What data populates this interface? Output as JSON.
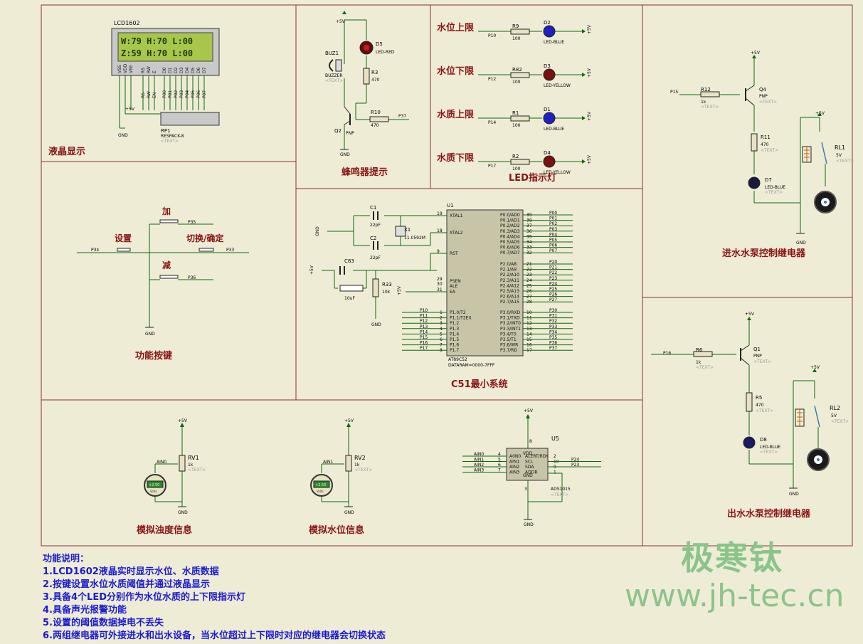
{
  "titles": {
    "lcd": "液晶显示",
    "buzzer": "蜂鸣器提示",
    "led": "LED指示灯",
    "keys": "功能按键",
    "mcu": "C51最小系统",
    "pump_in": "进水水泵控制继电器",
    "pump_out": "出水水泵控制继电器",
    "turbidity": "模拟浊度信息",
    "water_level": "模拟水位信息"
  },
  "lcd": {
    "name": "LCD1602",
    "line1": "W:79  H:70  L:00",
    "line2": "Z:59  H:70  L:00",
    "pins_a": [
      "VSS",
      "VDD",
      "VEE"
    ],
    "pins_b": [
      "RS",
      "RW",
      "E"
    ],
    "pins_c": [
      "D0",
      "D1",
      "D2",
      "D3",
      "D4",
      "D5",
      "D6",
      "D7"
    ],
    "p0": [
      "P00",
      "P01",
      "P02",
      "P03",
      "P04",
      "P05",
      "P06",
      "P07"
    ],
    "ctrl": [
      "RS",
      "RW",
      "EN"
    ],
    "rp_name": "RP1",
    "rp_value": "RESPACK-8",
    "text_tag": "<TEXT>"
  },
  "common": {
    "gnd": "GND",
    "vcc": "+5V"
  },
  "buzzer": {
    "buz_name": "BUZ1",
    "buz_value": "BUZZER",
    "d5_name": "D5",
    "d5_value": "LED-RED",
    "r3_name": "R3",
    "r3_value": "470",
    "r10_name": "R10",
    "r10_value": "470",
    "q2_name": "Q2",
    "q2_value": "PNP",
    "net": "P37"
  },
  "leds": {
    "rows": [
      {
        "label": "水位上限",
        "net": "P10",
        "res": "R9",
        "val": "100",
        "led": "D2",
        "type": "LED-BLUE"
      },
      {
        "label": "水位下限",
        "net": "P12",
        "res": "R82",
        "val": "100",
        "led": "D3",
        "type": "LED-YELLOW"
      },
      {
        "label": "水质上限",
        "net": "P14",
        "res": "R1",
        "val": "100",
        "led": "D1",
        "type": "LED-BLUE"
      },
      {
        "label": "水质下限",
        "net": "P17",
        "res": "R2",
        "val": "100",
        "led": "D4",
        "type": "LED-YELLOW"
      }
    ]
  },
  "keys": {
    "add": "加",
    "set": "设置",
    "switch": "切换/确定",
    "sub": "减",
    "p35": "P35",
    "p34": "P34",
    "p33": "P33",
    "p36": "P36"
  },
  "mcu": {
    "c1": "C1",
    "c1_value": "22pF",
    "c2": "C2",
    "c2_value": "22pF",
    "x1": "X1",
    "x1_value": "11.0592M",
    "c83": "C83",
    "c83_value": "10uF",
    "r33": "R33",
    "r33_value": "10k",
    "u1": "U1",
    "chip": "AT89C52",
    "dataram": "DATARAM=0000-7FFF",
    "left_pins": [
      "XTAL1",
      "XTAL2",
      "RST",
      "PSEN",
      "ALE",
      "EA"
    ],
    "left_nums": [
      "19",
      "18",
      "9",
      "29",
      "30",
      "31"
    ],
    "p0_pins": [
      "P0.0/AD0",
      "P0.1/AD1",
      "P0.2/AD2",
      "P0.3/AD3",
      "P0.4/AD4",
      "P0.5/AD5",
      "P0.6/AD6",
      "P0.7/AD7"
    ],
    "p0_nums": [
      "39",
      "38",
      "37",
      "36",
      "35",
      "34",
      "33",
      "32"
    ],
    "p0_nets": [
      "P00",
      "P01",
      "P02",
      "P03",
      "P04",
      "P05",
      "P06",
      "P07"
    ],
    "p2_pins": [
      "P2.0/A8",
      "P2.1/A9",
      "P2.2/A10",
      "P2.3/A11",
      "P2.4/A12",
      "P2.5/A13",
      "P2.6/A14",
      "P2.7/A15"
    ],
    "p2_nums": [
      "21",
      "22",
      "23",
      "24",
      "25",
      "26",
      "27",
      "28"
    ],
    "p2_nets": [
      "P20",
      "P21",
      "P22",
      "P23",
      "P24",
      "P25",
      "P26",
      "P27"
    ],
    "p3_pins": [
      "P3.0/RXD",
      "P3.1/TXD",
      "P3.2/INT0",
      "P3.3/INT1",
      "P3.4/T0",
      "P3.5/T1",
      "P3.6/WR",
      "P3.7/RD"
    ],
    "p3_nums": [
      "10",
      "11",
      "12",
      "13",
      "14",
      "15",
      "16",
      "17"
    ],
    "p3_nets": [
      "P30",
      "P31",
      "P32",
      "P33",
      "P34",
      "P35",
      "P36",
      "P37"
    ],
    "p1_pins": [
      "P1.0/T2",
      "P1.1/T2EX",
      "P1.2",
      "P1.3",
      "P1.4",
      "P1.5",
      "P1.6",
      "P1.7"
    ],
    "p1_nums": [
      "1",
      "2",
      "3",
      "4",
      "5",
      "6",
      "7",
      "8"
    ],
    "p1_nets": [
      "P10",
      "P11",
      "P12",
      "P13",
      "P14",
      "P15",
      "P16",
      "P17"
    ]
  },
  "pump_in": {
    "net": "P15",
    "r12": "R12",
    "r12_value": "1k",
    "q4": "Q4",
    "q4_value": "PNP",
    "r11": "R11",
    "r11_value": "470",
    "d7": "D7",
    "d7_value": "LED-BLUE",
    "rl1": "RL1",
    "rl1_value": "5V"
  },
  "pump_out": {
    "net": "P16",
    "r6": "R6",
    "r6_value": "1k",
    "q1": "Q1",
    "q1_value": "PNP",
    "r5": "R5",
    "r5_value": "470",
    "d8": "D8",
    "d8_value": "LED-BLUE",
    "rl2": "RL2",
    "rl2_value": "5V"
  },
  "pots": {
    "rv1": "RV1",
    "rv1_value": "1k",
    "ain0": "AIN0",
    "rv2": "RV2",
    "rv2_value": "1k",
    "ain1": "AIN1",
    "meter1": "+2.50",
    "meter2": "+2.50",
    "volts": "Volts"
  },
  "adc": {
    "u5": "U5",
    "name": "ADS1015",
    "left": [
      "AIN0",
      "AIN1",
      "AIN2",
      "AIN3"
    ],
    "left_nums": [
      "4",
      "5",
      "6",
      "7"
    ],
    "pins_l": [
      "A0N0",
      "AIN1",
      "AIN2",
      "AIN3"
    ],
    "pins_r": [
      "ALERT/RDY",
      "SCL",
      "SDA",
      "ADDR"
    ],
    "right_nums": [
      "2",
      "10",
      "9",
      "1"
    ],
    "right_nets": [
      "",
      "P24",
      "P23",
      ""
    ],
    "vdd": "VDD",
    "gnd_pin": "GND",
    "vdd_num": "8",
    "gnd_num": "3"
  },
  "notes": [
    "功能说明：",
    "1.LCD1602液晶实时显示水位、水质数据",
    "2.按键设置水位水质阈值并通过液晶显示",
    "3.具备4个LED分别作为水位水质的上下限指示灯",
    "4.具备声光报警功能",
    "5.设置的阈值数据掉电不丢失",
    "6.两组继电器可外接进水和出水设备，当水位超过上下限时对应的继电器会切换状态"
  ],
  "watermark": {
    "cn": "极寒钛",
    "url": "www.jh-tec.cn"
  },
  "colors": {
    "title": "#8a1414",
    "notes": "#1a1ad4",
    "watermark": "#8ac48a",
    "lcd_bg": "#a8c64a",
    "wire": "#0a6a0a"
  }
}
